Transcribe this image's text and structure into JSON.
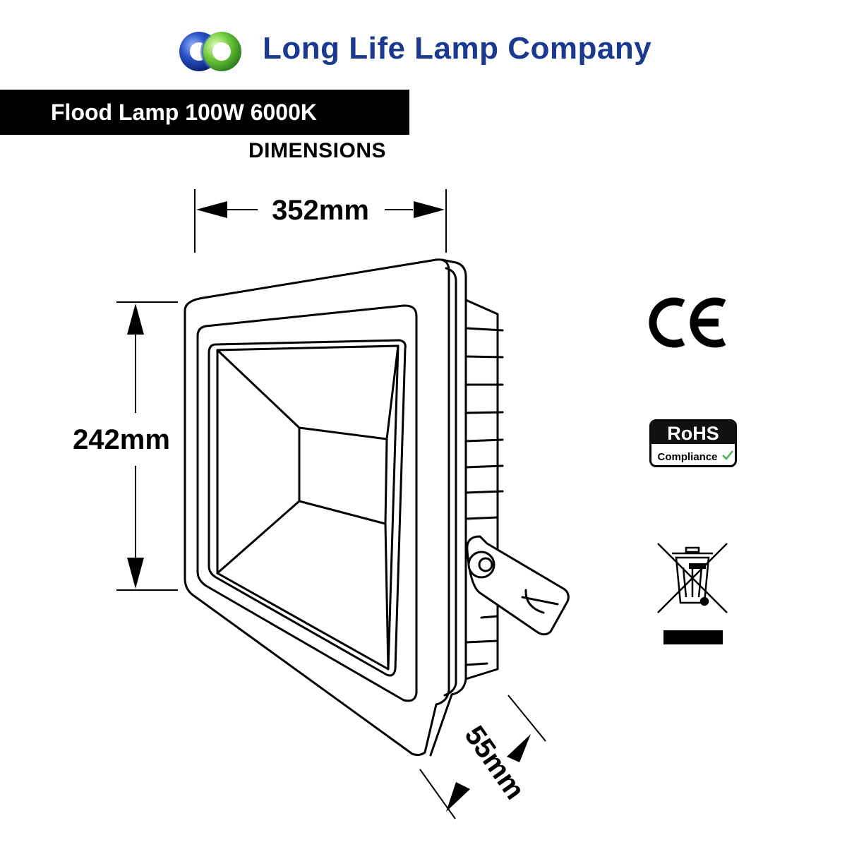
{
  "header": {
    "company_name": "Long Life Lamp Company",
    "logo_icon": "two-ring-logo-icon"
  },
  "product": {
    "title": "Flood Lamp 100W 6000K",
    "section": "DIMENSIONS"
  },
  "dimensions": {
    "width_label": "352mm",
    "height_label": "242mm",
    "depth_label": "55mm"
  },
  "certifications": {
    "ce_mark": "CE",
    "rohs_title": "RoHS",
    "rohs_subtitle": "Compliance",
    "weee_icon": "crossed-out-wheelie-bin-icon"
  },
  "colors": {
    "brand_blue": "#1b3a8f",
    "logo_green": "#6dc83c",
    "title_bar": "#000000"
  }
}
